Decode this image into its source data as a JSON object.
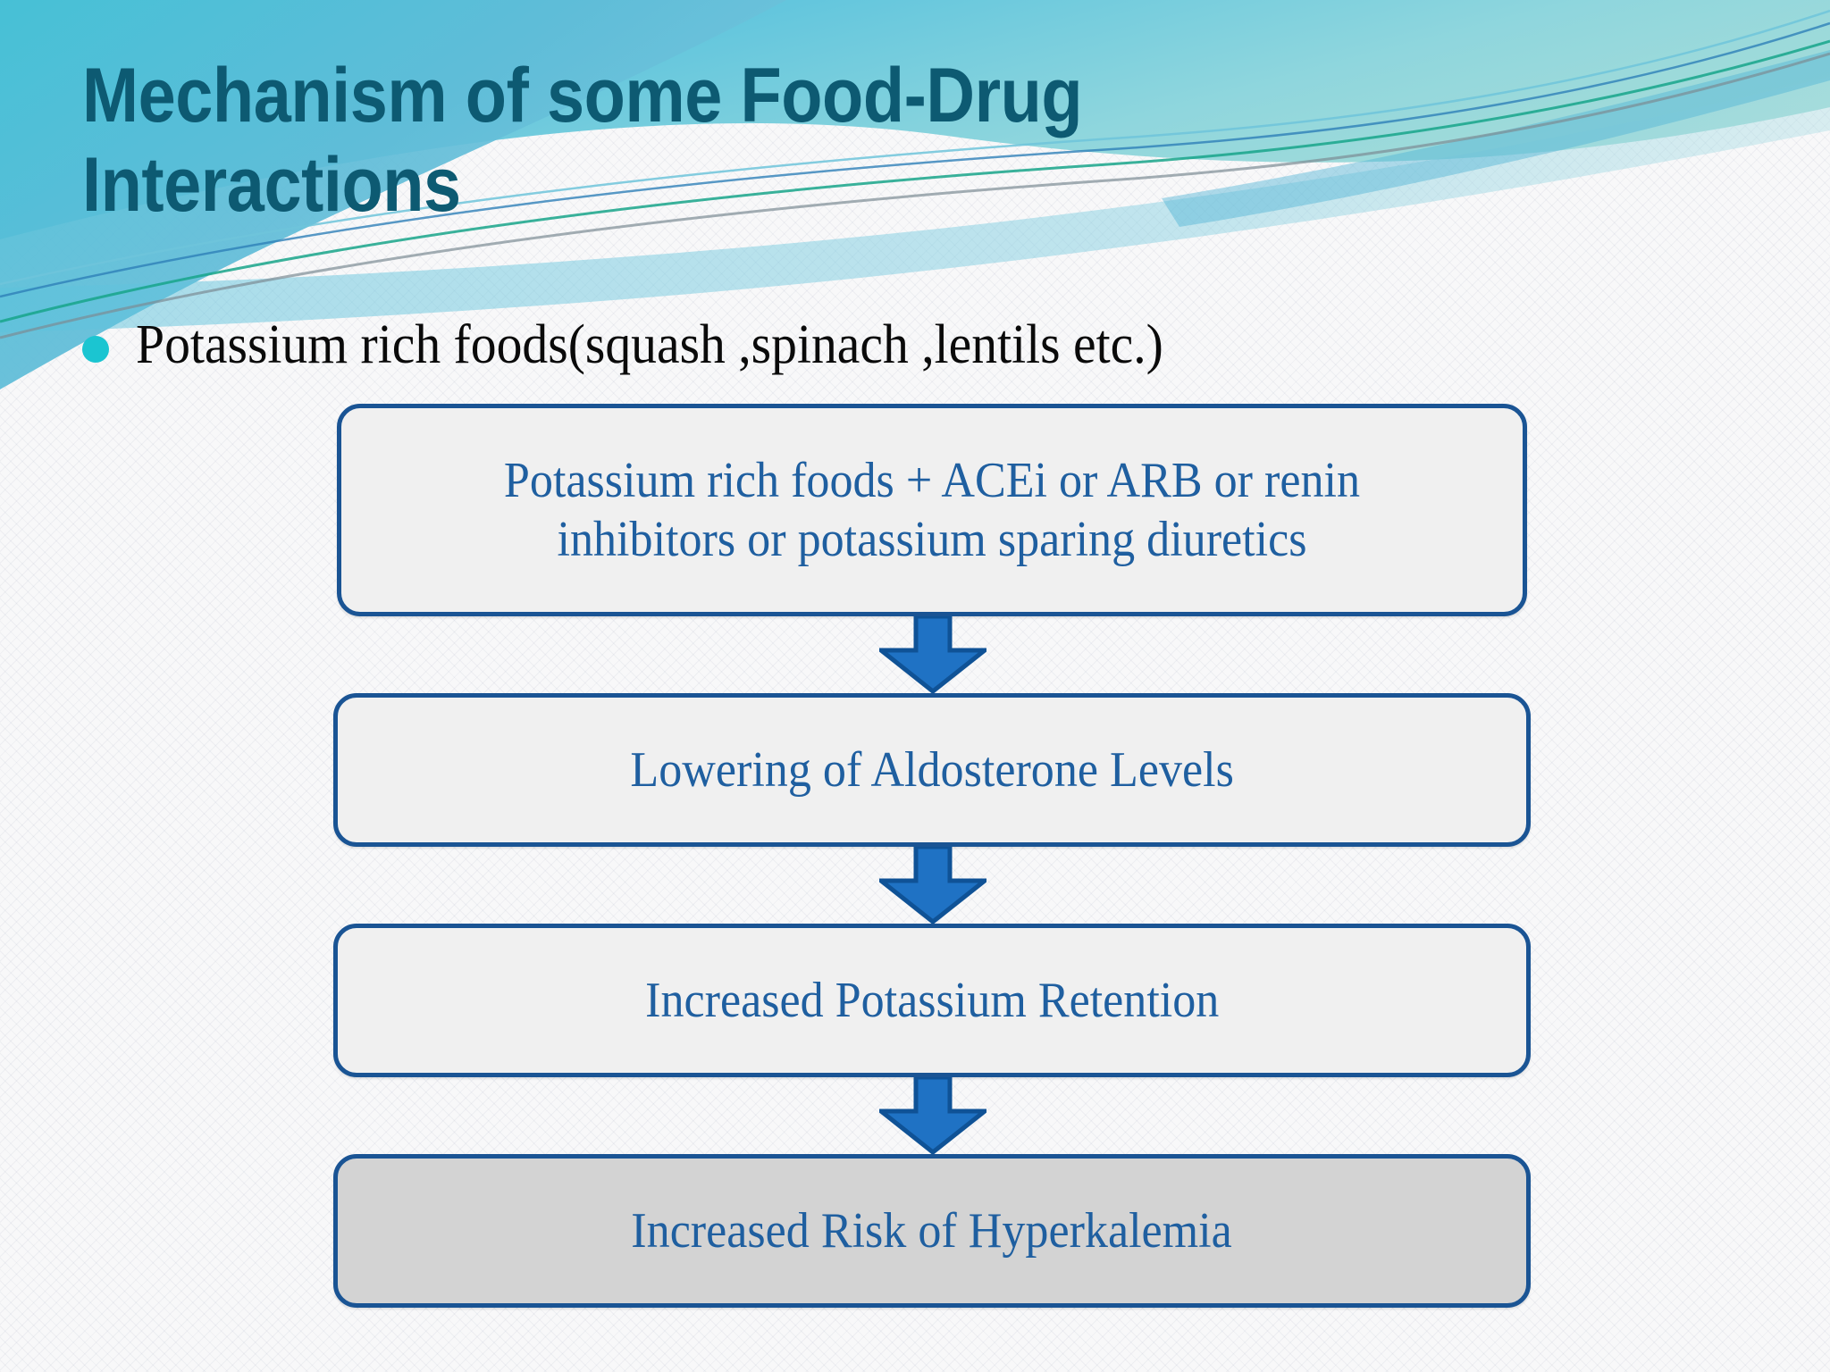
{
  "slide": {
    "title": "Mechanism of some Food-Drug\nInteractions",
    "title_color": "#0d5a72",
    "background_color": "#f8f8f9",
    "accent_colors": {
      "header_teal": "#5fc8da",
      "header_blue": "#5bb8d4",
      "bullet_cyan": "#1bc5d1",
      "box_border": "#1a5494",
      "box_text": "#1f5fa0",
      "arrow_fill": "#1f72c4",
      "arrow_stroke": "#0f5296",
      "highlight_fill": "#d3d3d3"
    }
  },
  "bullets": [
    {
      "marker_icon": "bullet-dot-icon",
      "text": "Potassium rich foods(squash ,spinach ,lentils etc.)"
    }
  ],
  "chart_data": {
    "type": "diagram",
    "diagram_kind": "vertical-flowchart",
    "title": "Mechanism of some Food-Drug Interactions",
    "nodes": [
      {
        "id": "node-1",
        "label": "Potassium rich foods + ACEi or ARB or renin inhibitors or potassium sparing diuretics",
        "fill": "#f0f0f0",
        "border": "#1a5494",
        "text_color": "#1f5fa0",
        "highlight": false
      },
      {
        "id": "node-2",
        "label": "Lowering of Aldosterone Levels",
        "fill": "#f0f0f0",
        "border": "#1a5494",
        "text_color": "#1f5fa0",
        "highlight": false
      },
      {
        "id": "node-3",
        "label": "Increased Potassium Retention",
        "fill": "#f0f0f0",
        "border": "#1a5494",
        "text_color": "#1f5fa0",
        "highlight": false
      },
      {
        "id": "node-4",
        "label": "Increased Risk of Hyperkalemia",
        "fill": "#d3d3d3",
        "border": "#1a5494",
        "text_color": "#1f5fa0",
        "highlight": true
      }
    ],
    "edges": [
      {
        "from": "node-1",
        "to": "node-2",
        "style": "block-arrow-down"
      },
      {
        "from": "node-2",
        "to": "node-3",
        "style": "block-arrow-down"
      },
      {
        "from": "node-3",
        "to": "node-4",
        "style": "block-arrow-down"
      }
    ],
    "legend": [],
    "annotations": []
  }
}
